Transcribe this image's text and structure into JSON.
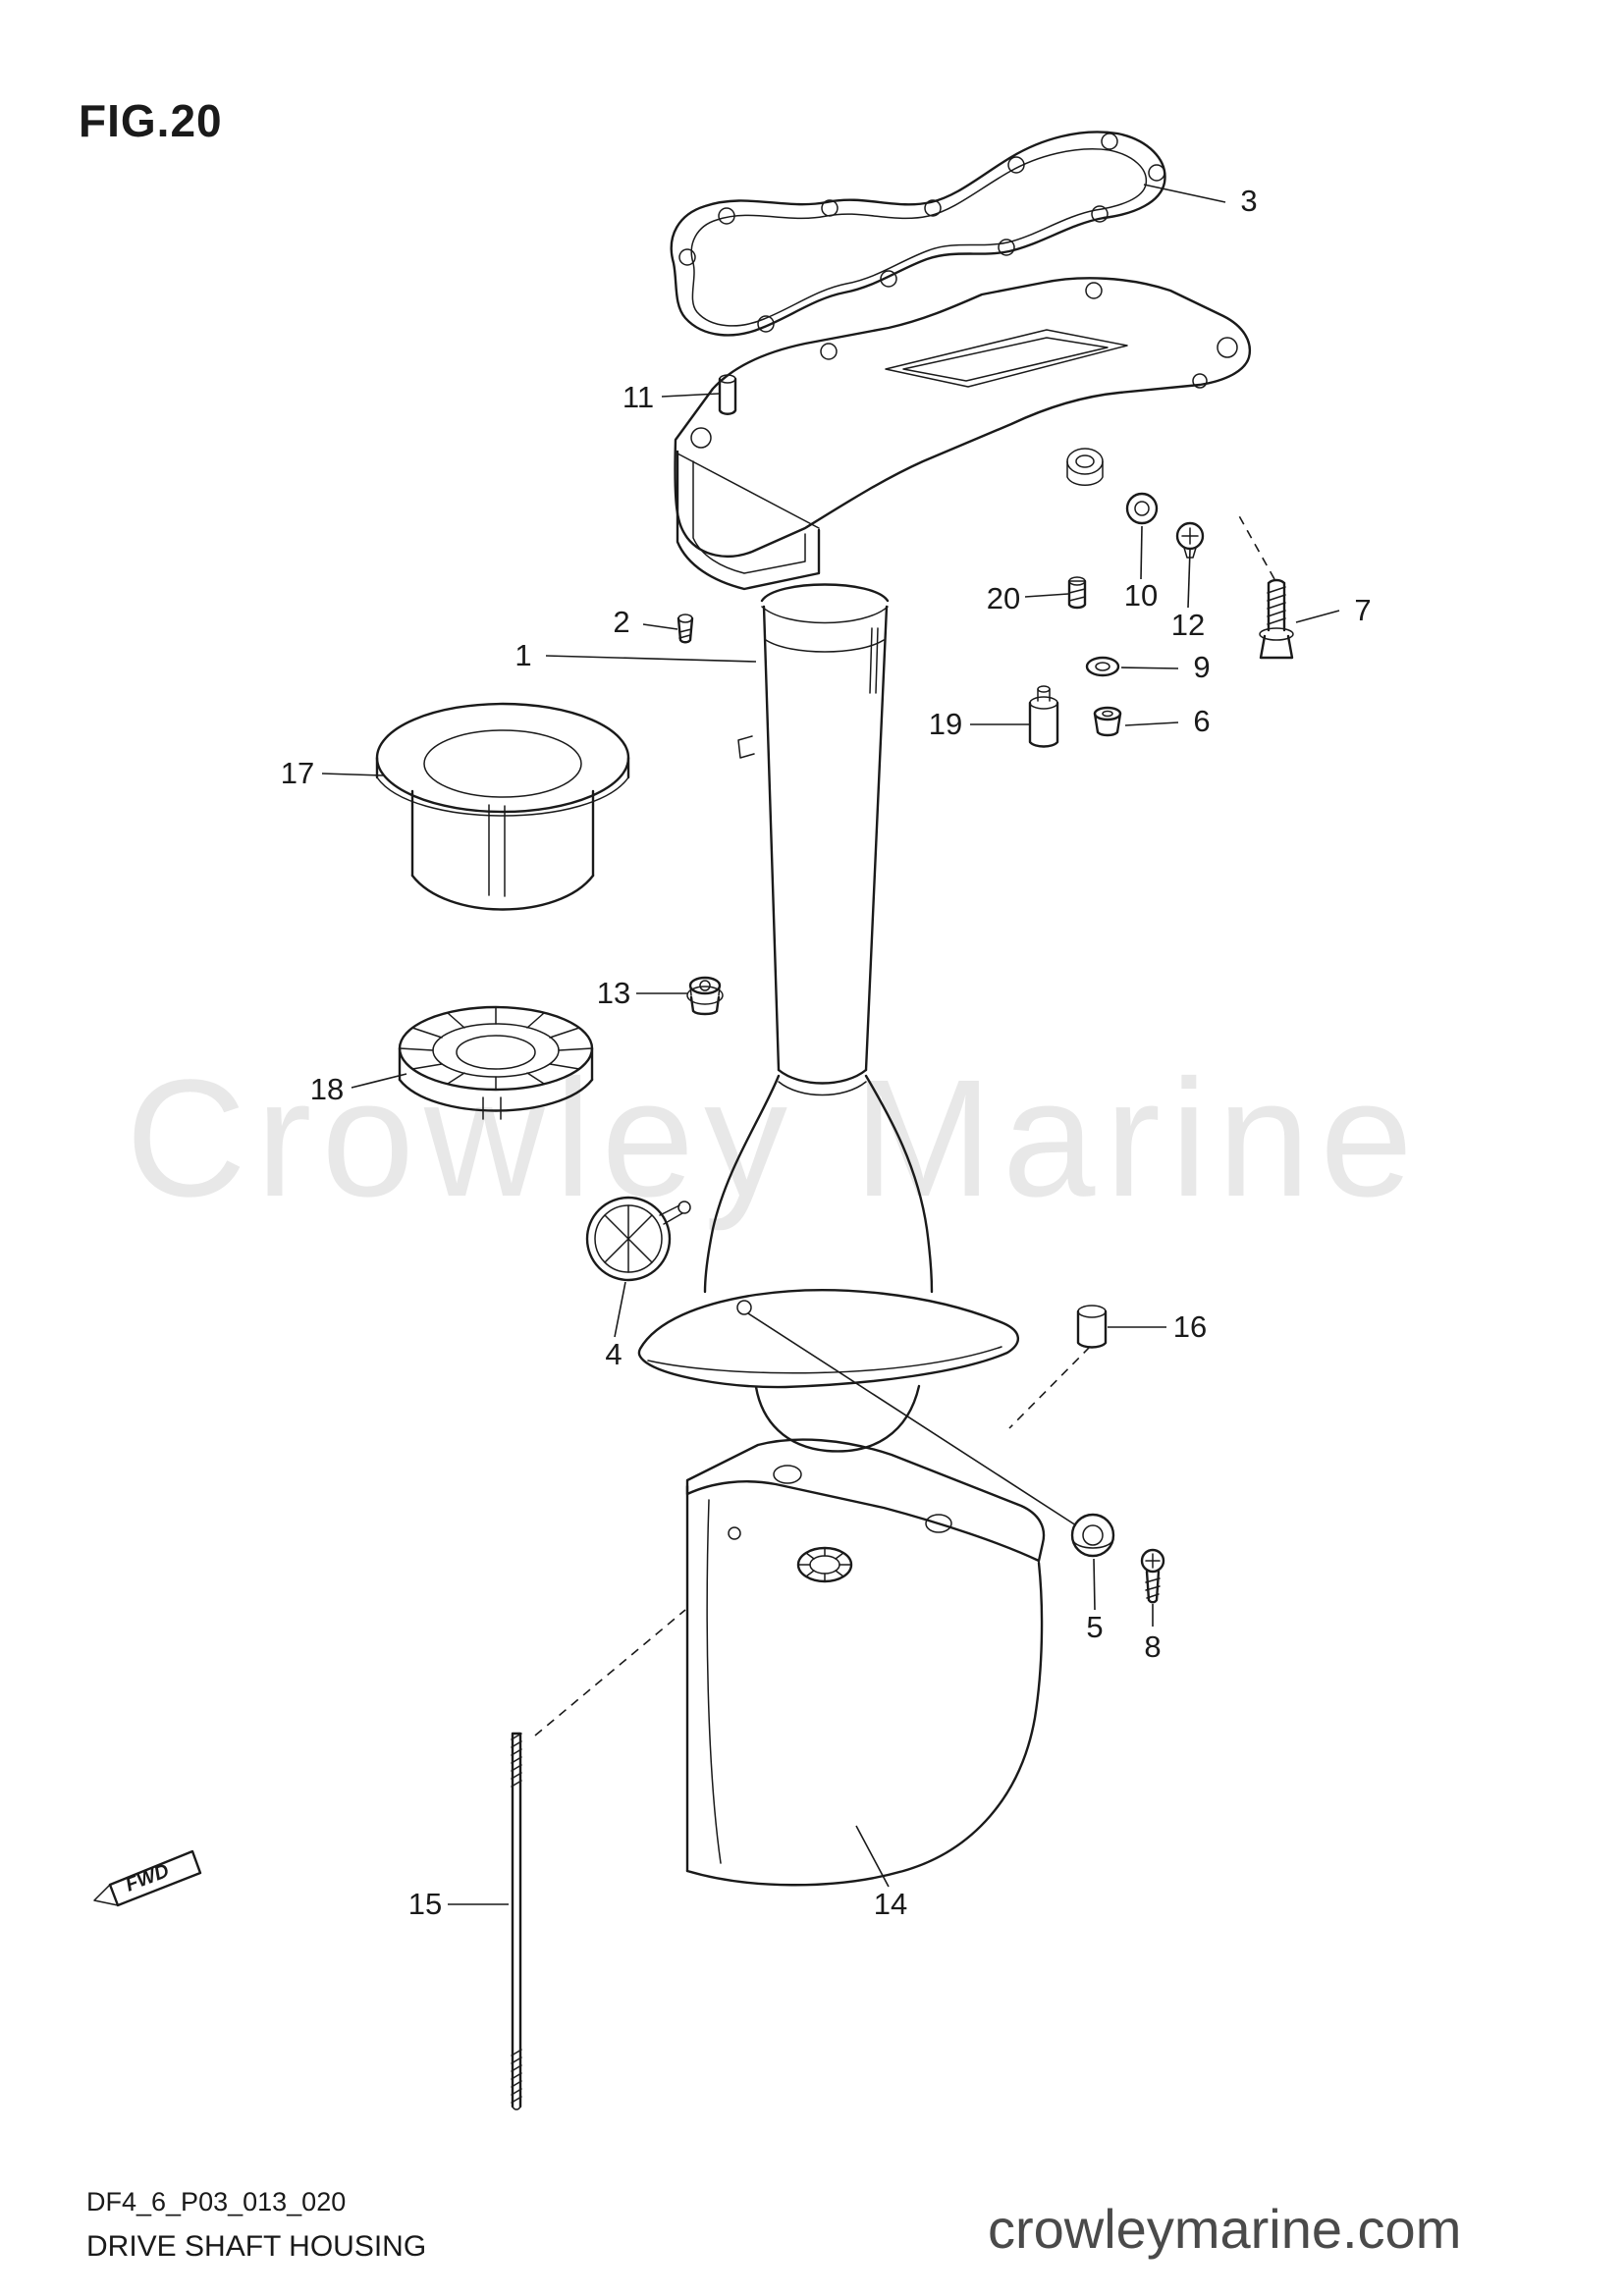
{
  "figure": {
    "id": "FIG.20",
    "code": "DF4_6_P03_013_020",
    "caption": "DRIVE SHAFT HOUSING"
  },
  "watermark": {
    "text": "Crowley Marine"
  },
  "site": {
    "name": "crowleymarine.com"
  },
  "flag": {
    "label": "FWD"
  },
  "parts": [
    {
      "num": "1"
    },
    {
      "num": "2"
    },
    {
      "num": "3"
    },
    {
      "num": "4"
    },
    {
      "num": "5"
    },
    {
      "num": "6"
    },
    {
      "num": "7"
    },
    {
      "num": "8"
    },
    {
      "num": "9"
    },
    {
      "num": "10"
    },
    {
      "num": "11"
    },
    {
      "num": "12"
    },
    {
      "num": "13"
    },
    {
      "num": "14"
    },
    {
      "num": "15"
    },
    {
      "num": "16"
    },
    {
      "num": "17"
    },
    {
      "num": "18"
    },
    {
      "num": "19"
    },
    {
      "num": "20"
    }
  ],
  "colors": {
    "line": "#1a1a1a",
    "watermark": "#e8e8e8",
    "site": "#4a4a4a"
  }
}
